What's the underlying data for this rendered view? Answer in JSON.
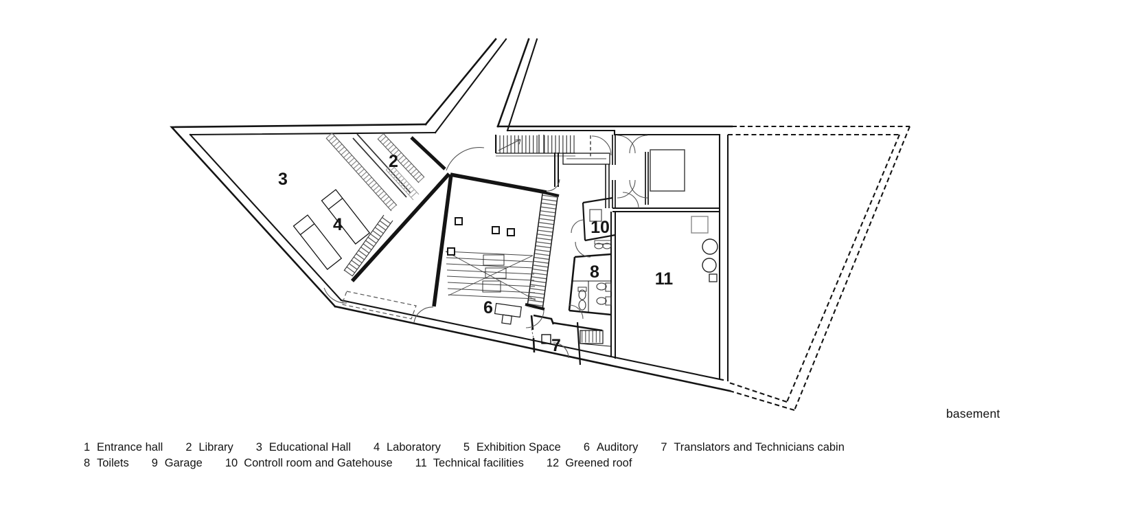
{
  "page": {
    "background": "#ffffff",
    "ink": "#1a1a1a"
  },
  "floor_title": "basement",
  "floor_plan": {
    "description": "basement floor plan drawing",
    "room_numbers": [
      "2",
      "3",
      "4",
      "6",
      "7",
      "8",
      "10",
      "11"
    ]
  },
  "legend": {
    "rows": [
      {
        "items": [
          {
            "num": "1",
            "label": "Entrance hall"
          },
          {
            "num": "2",
            "label": "Library"
          },
          {
            "num": "3",
            "label": "Educational Hall"
          },
          {
            "num": "4",
            "label": "Laboratory"
          },
          {
            "num": "5",
            "label": "Exhibition Space"
          },
          {
            "num": "6",
            "label": "Auditory"
          },
          {
            "num": "7",
            "label": "Translators and Technicians cabin"
          }
        ]
      },
      {
        "items": [
          {
            "num": "8",
            "label": "Toilets"
          },
          {
            "num": "9",
            "label": "Garage"
          },
          {
            "num": "10",
            "label": "Controll room and Gatehouse"
          },
          {
            "num": "11",
            "label": "Technical facilities"
          },
          {
            "num": "12",
            "label": "Greened roof"
          }
        ]
      }
    ]
  }
}
